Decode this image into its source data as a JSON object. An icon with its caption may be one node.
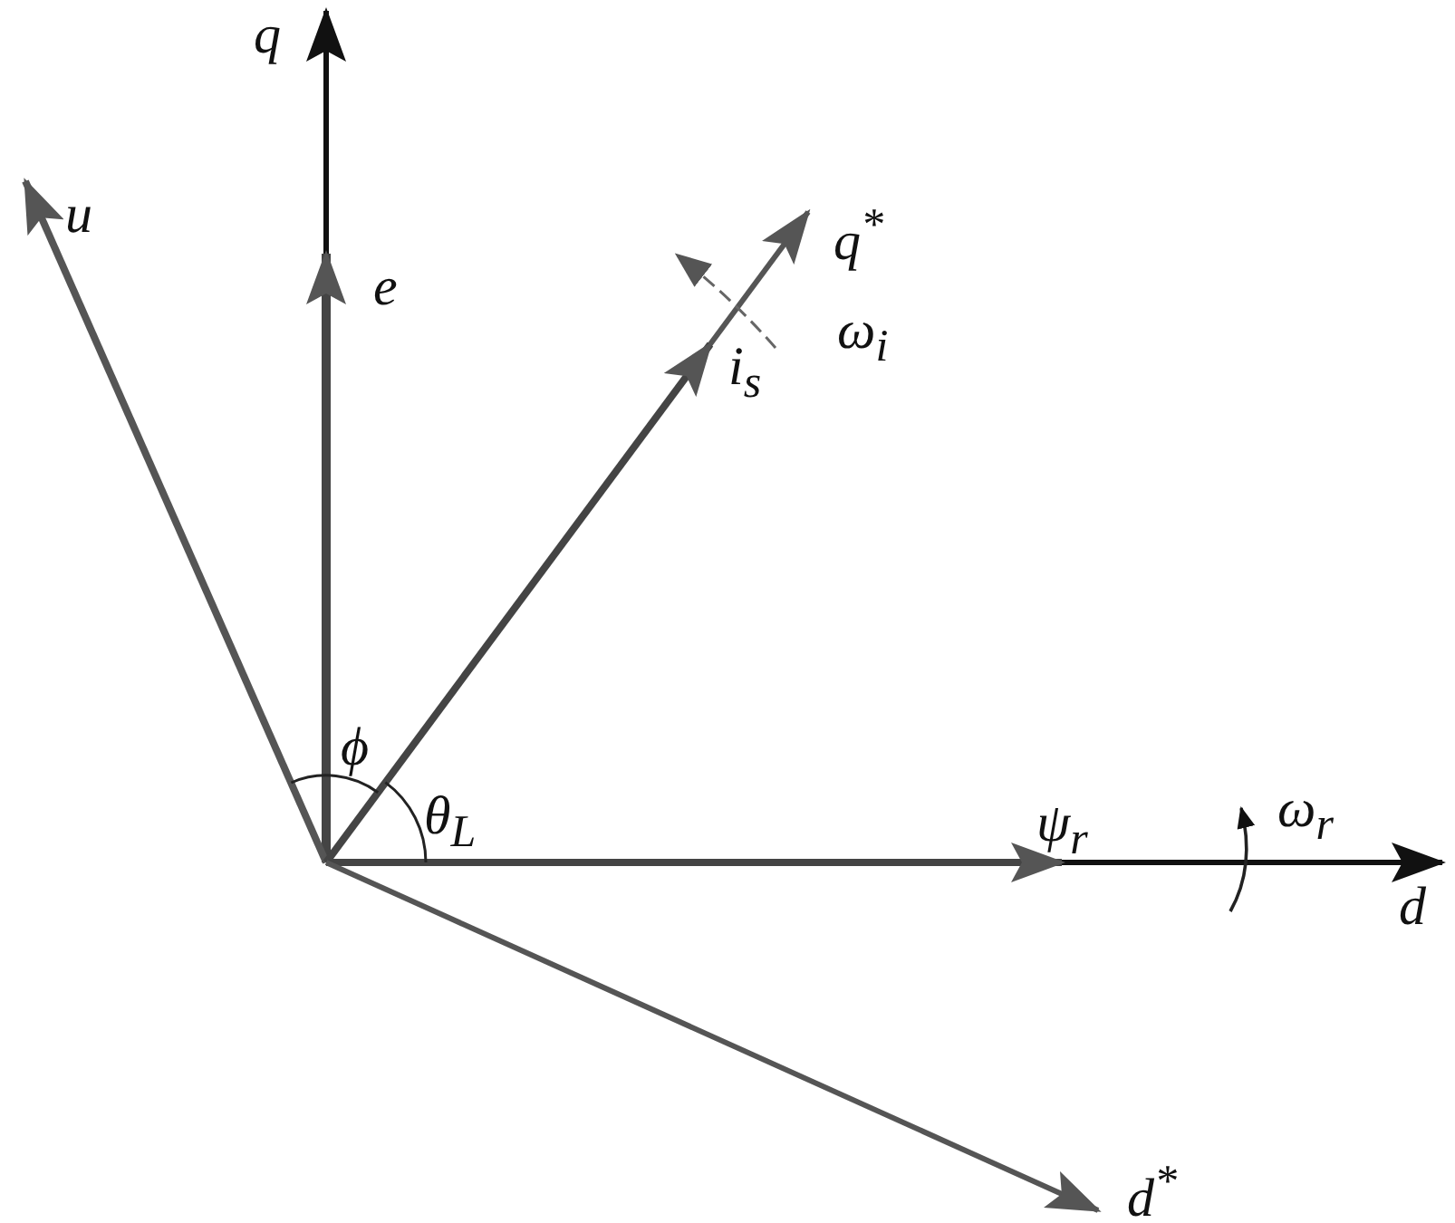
{
  "diagram": {
    "labels": [
      "q",
      "u",
      "e",
      "q$^{*}$",
      "ω$_{i}$",
      "i$_{s}$",
      "ϕ",
      "θ$_{L}$",
      "ψ$_{r}$",
      "ω$_{r}$",
      "d",
      "d$^{*}$"
    ]
  }
}
